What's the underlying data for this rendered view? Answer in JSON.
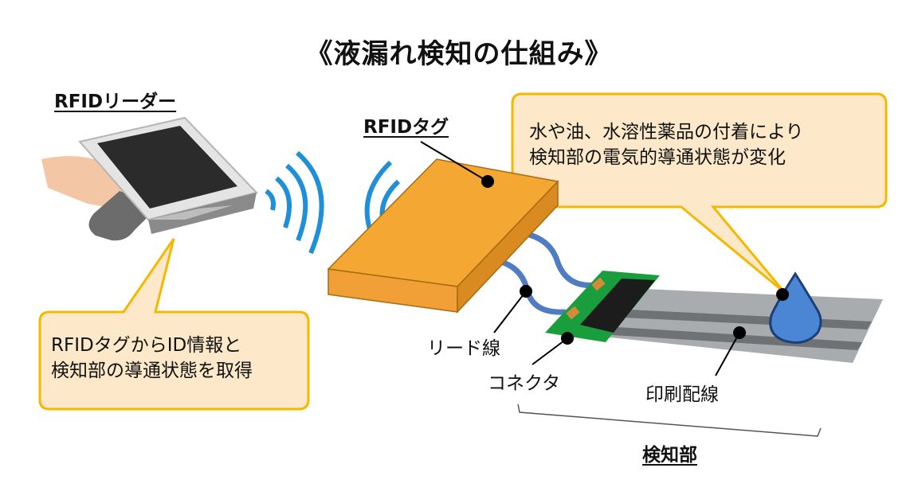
{
  "title": "《液漏れ検知の仕組み》",
  "labels": {
    "reader": "RFIDリーダー",
    "tag": "RFIDタグ",
    "lead_wire": "リード線",
    "connector": "コネクタ",
    "printed_wiring": "印刷配線",
    "detection_part": "検知部"
  },
  "callouts": {
    "top": [
      "水や油、水溶性薬品の付着により",
      "検知部の電気的導通状態が変化"
    ],
    "left": [
      "RFIDタグからID情報と",
      "検知部の導通状態を取得"
    ]
  },
  "colors": {
    "callout_fill": "#fde9c9",
    "callout_border": "#f5b800",
    "wave": "#1f8fd8",
    "tag": "#f5a733",
    "strip": "#a8acaf",
    "pcb": "#1a9e3d",
    "wire": "#4f7cc2",
    "drop": "#4a86d4"
  }
}
